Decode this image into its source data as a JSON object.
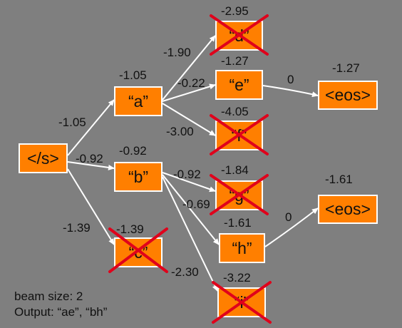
{
  "nodes": {
    "root": {
      "text": "</s>"
    },
    "a": {
      "text": "“a”",
      "score": "-1.05"
    },
    "b": {
      "text": "“b”",
      "score": "-0.92"
    },
    "c": {
      "text": "“c”",
      "score": "-1.39"
    },
    "d": {
      "text": "“d”",
      "score": "-2.95"
    },
    "e": {
      "text": "“e”",
      "score": "-1.27"
    },
    "f": {
      "text": "“f”",
      "score": "-4.05"
    },
    "g": {
      "text": "“g”",
      "score": "-1.84"
    },
    "h": {
      "text": "“h”",
      "score": "-1.61"
    },
    "i": {
      "text": "“i”",
      "score": "-3.22"
    },
    "eos1": {
      "text": "<eos>",
      "score": "-1.27"
    },
    "eos2": {
      "text": "<eos>",
      "score": "-1.61"
    }
  },
  "edges": {
    "root_a": "-1.05",
    "root_b": "-0.92",
    "root_c": "-1.39",
    "a_d": "-1.90",
    "a_e": "-0.22",
    "a_f": "-3.00",
    "b_g": "-0.92",
    "b_h": "-0.69",
    "b_i": "-2.30",
    "e_eos1": "0",
    "h_eos2": "0"
  },
  "pruned": [
    "c",
    "d",
    "f",
    "g",
    "i"
  ],
  "colors": {
    "node_fill": "#ff7f00",
    "edge": "#ffffff",
    "cross": "#e0001b",
    "background": "#7f7f7f"
  },
  "footer": {
    "beam_size": "beam size: 2",
    "output": "Output: “ae”, “bh”"
  }
}
